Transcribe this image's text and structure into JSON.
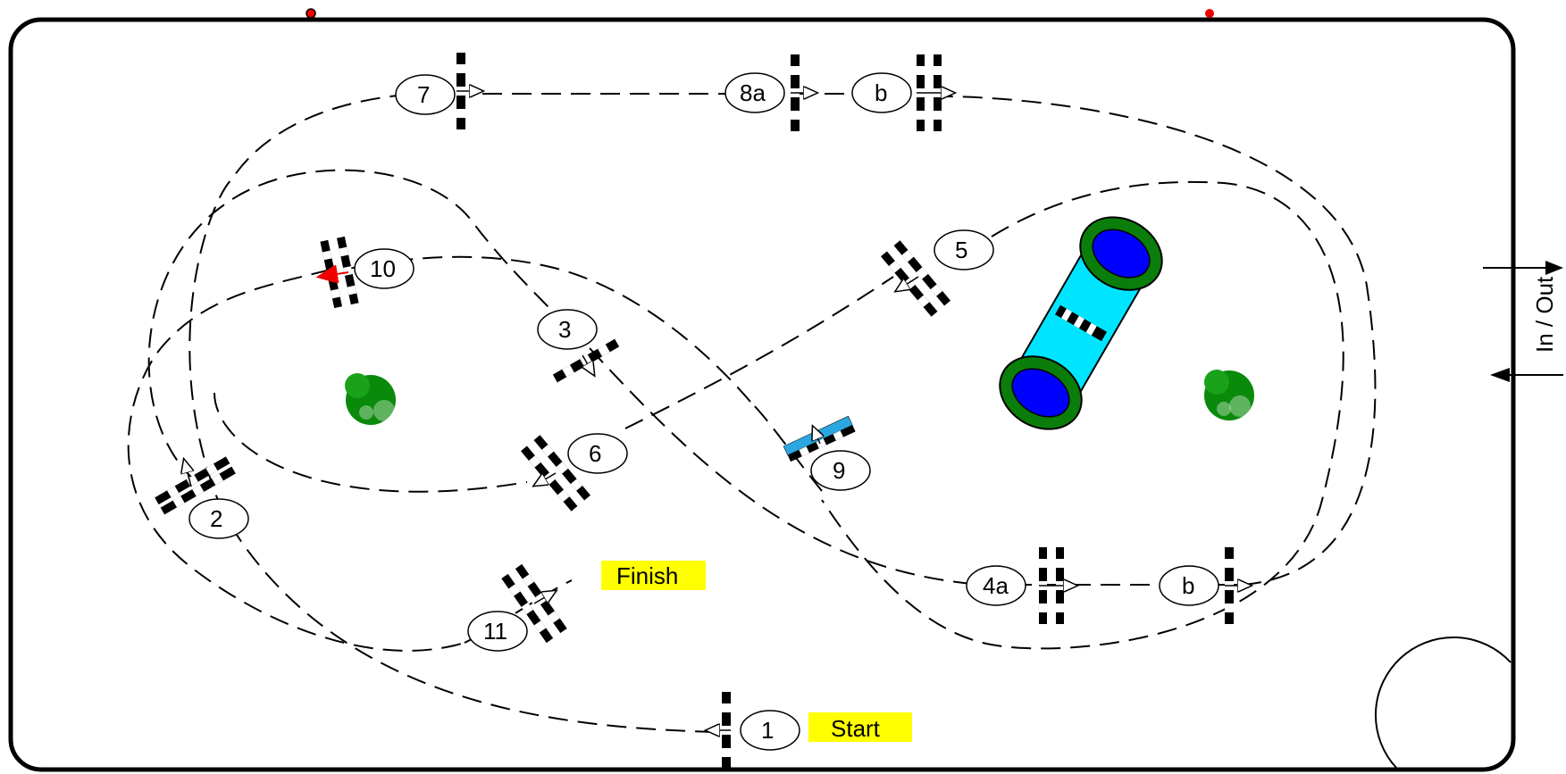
{
  "course": {
    "start_label": "Start",
    "finish_label": "Finish",
    "gate_label": "In / Out",
    "highlight_color": "#ffff00",
    "water_color": "#00e5ff",
    "pond_color": "#0000ff",
    "pond_rim_color": "#0a7d0a",
    "bush_color": "#0a8a0a",
    "obstacles": [
      {
        "id": "1",
        "label": "1"
      },
      {
        "id": "2",
        "label": "2"
      },
      {
        "id": "3",
        "label": "3"
      },
      {
        "id": "4a",
        "label": "4a"
      },
      {
        "id": "4b",
        "label": "b"
      },
      {
        "id": "5",
        "label": "5"
      },
      {
        "id": "6",
        "label": "6"
      },
      {
        "id": "7",
        "label": "7"
      },
      {
        "id": "8a",
        "label": "8a"
      },
      {
        "id": "8b",
        "label": "b"
      },
      {
        "id": "9",
        "label": "9"
      },
      {
        "id": "10",
        "label": "10"
      },
      {
        "id": "11",
        "label": "11"
      }
    ]
  }
}
